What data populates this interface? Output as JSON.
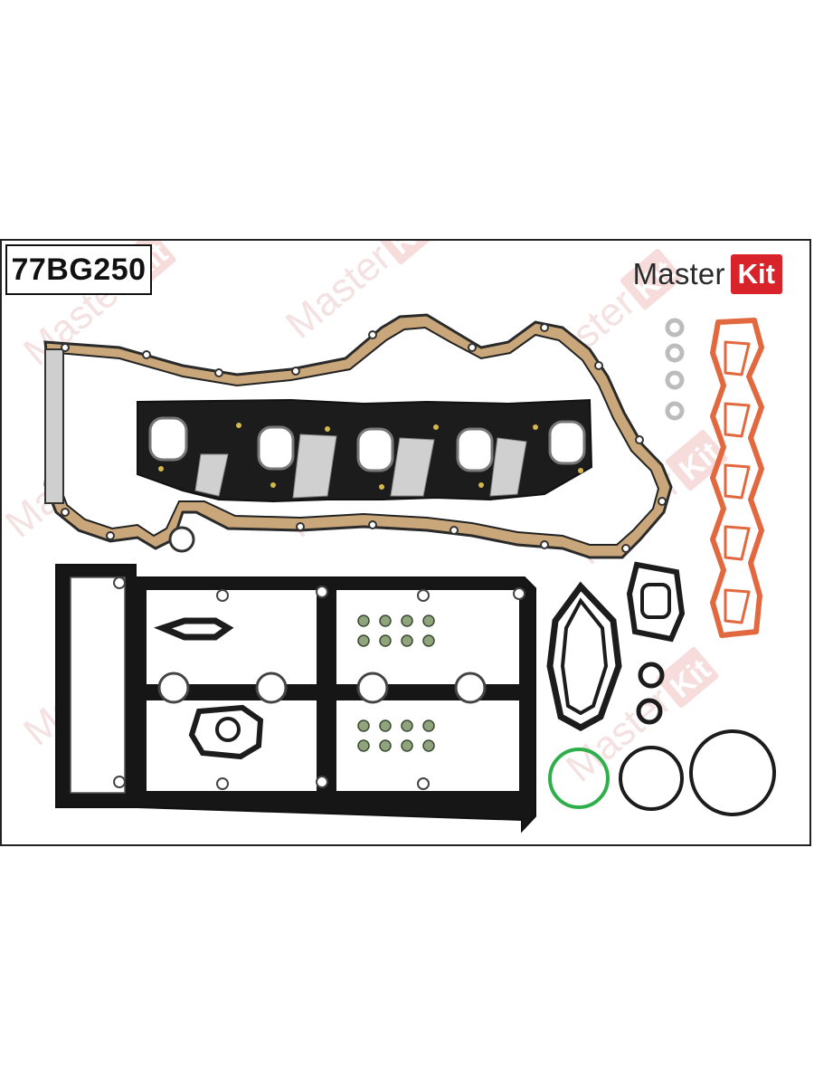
{
  "part_code": "77BG250",
  "brand": {
    "word": "Master",
    "badge": "Kit",
    "badge_color": "#d9232b"
  },
  "watermark": {
    "word": "Master",
    "badge": "Kit"
  },
  "colors": {
    "graphite": "#1a1a1a",
    "bronze_edge": "#c8a878",
    "silver_insert": "#cfcfcf",
    "manifold_orange": "#e2683f",
    "oring_green": "#2fae4a",
    "washer_gray": "#b9b9b9"
  }
}
